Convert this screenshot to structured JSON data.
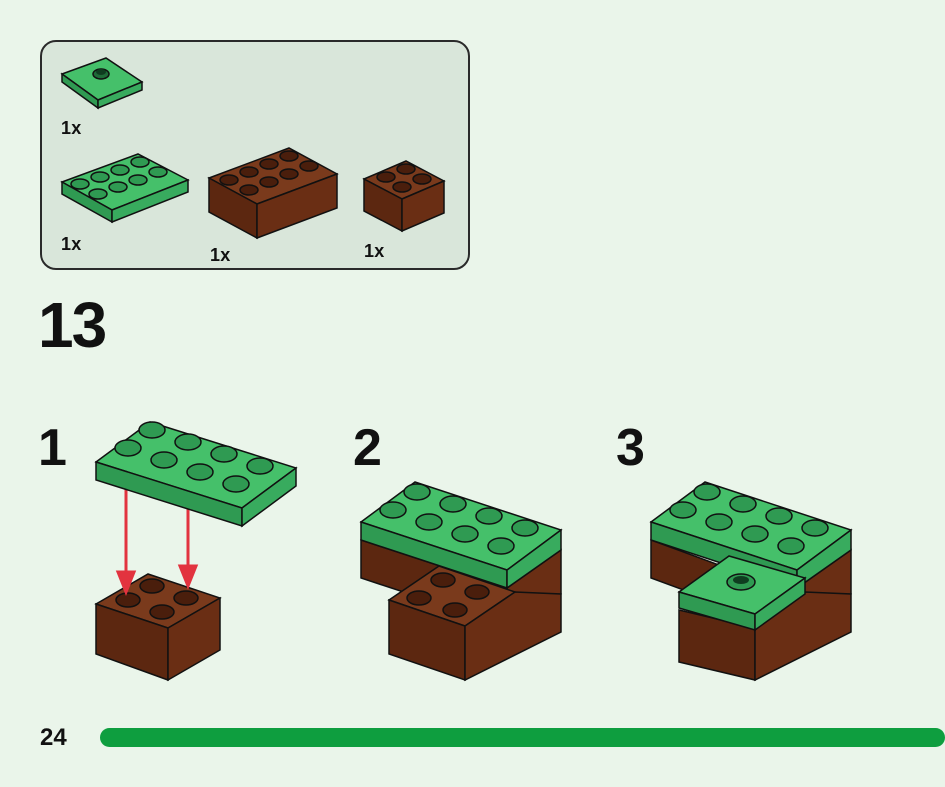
{
  "parts_panel": {
    "items": [
      {
        "name": "green-tile-1x1-with-stud",
        "quantity": "1x"
      },
      {
        "name": "green-plate-2x4",
        "quantity": "1x"
      },
      {
        "name": "brown-brick-2x4",
        "quantity": "1x"
      },
      {
        "name": "brown-brick-2x2",
        "quantity": "1x"
      }
    ]
  },
  "step": {
    "number": "13",
    "substeps": [
      {
        "number": "1"
      },
      {
        "number": "2"
      },
      {
        "number": "3"
      }
    ]
  },
  "footer": {
    "page_number": "24",
    "progress_fraction": 1.0
  },
  "colors": {
    "background": "#eaf5ea",
    "panel": "#d9e6da",
    "green_top": "#45c06a",
    "brown_side": "#6a2e14",
    "arrow": "#e2333f",
    "progress": "#0e9e3f"
  }
}
